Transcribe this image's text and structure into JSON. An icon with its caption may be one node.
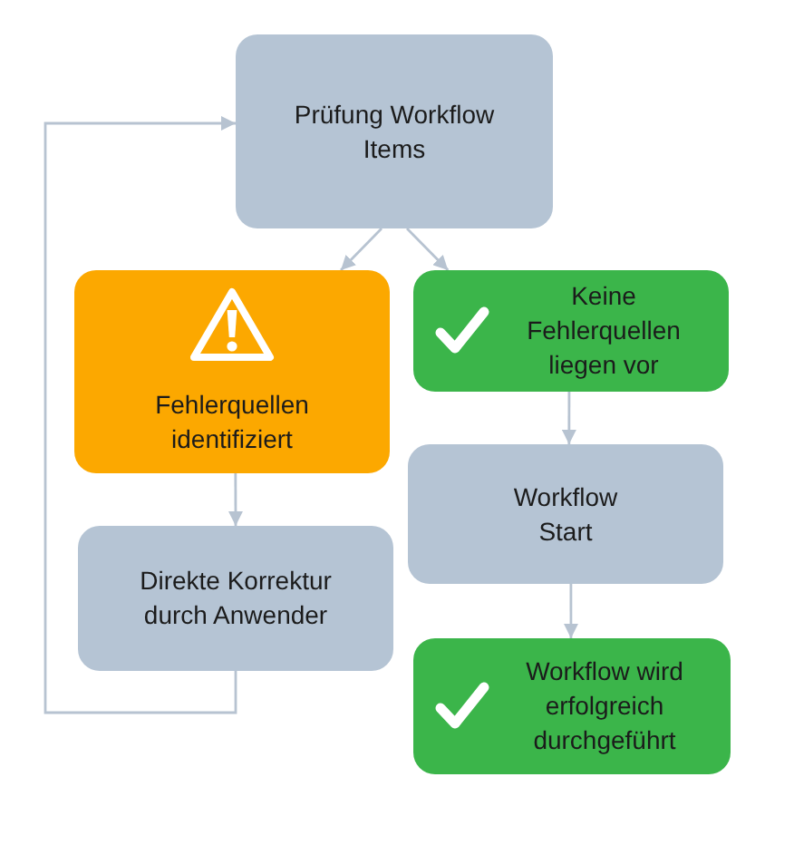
{
  "diagram": {
    "nodes": [
      {
        "text": [
          "Prüfung Workflow Items"
        ]
      },
      {
        "text": [
          "Fehlerquellen identifiziert"
        ]
      },
      {
        "text": [
          "Keine Fehlerquellen liegen vor"
        ]
      },
      {
        "text": [
          "Workflow Start"
        ]
      },
      {
        "text": [
          "Direkte Korrektur durch Anwender"
        ]
      },
      {
        "text": [
          "Workflow wird erfolgreich durchgeführt"
        ]
      }
    ],
    "edges": [
      {
        "from": 0,
        "to": 1,
        "arrow": "to"
      },
      {
        "from": 0,
        "to": 2,
        "arrow": "to"
      },
      {
        "from": 2,
        "to": 3,
        "arrow": "to"
      },
      {
        "from": 1,
        "to": 4,
        "arrow": "to"
      },
      {
        "from": 3,
        "to": 5,
        "arrow": "to"
      },
      {
        "from": 4,
        "to": 0,
        "arrow": "to"
      }
    ]
  }
}
